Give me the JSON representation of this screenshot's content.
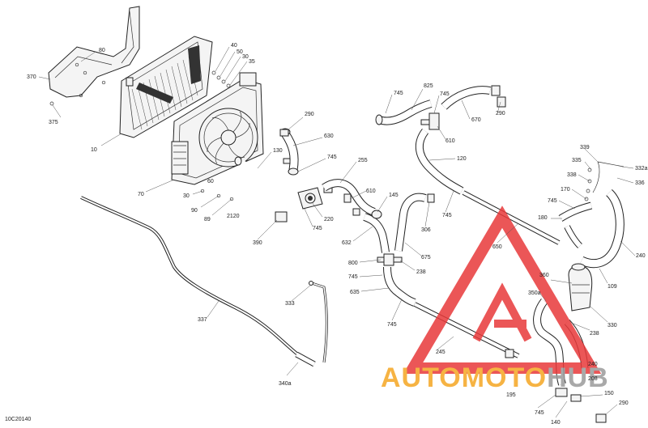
{
  "diagram_code": "10C20140",
  "watermark": {
    "text_orange": "AUTOMOTO",
    "text_gray": "HUB",
    "color_red": "#e8393a",
    "color_orange": "#f5a623",
    "color_gray": "#9b9b9b"
  },
  "callouts": [
    {
      "id": "c370",
      "label": "370"
    },
    {
      "id": "c80",
      "label": "80"
    },
    {
      "id": "c40",
      "label": "40"
    },
    {
      "id": "c50",
      "label": "50"
    },
    {
      "id": "c30a",
      "label": "30"
    },
    {
      "id": "c35",
      "label": "35"
    },
    {
      "id": "c375",
      "label": "375"
    },
    {
      "id": "c10",
      "label": "10"
    },
    {
      "id": "c70",
      "label": "70"
    },
    {
      "id": "c30b",
      "label": "30"
    },
    {
      "id": "c60",
      "label": "60"
    },
    {
      "id": "c90",
      "label": "90"
    },
    {
      "id": "c89",
      "label": "89"
    },
    {
      "id": "c2120",
      "label": "2120"
    },
    {
      "id": "c290a",
      "label": "290"
    },
    {
      "id": "c630",
      "label": "630"
    },
    {
      "id": "c130",
      "label": "130"
    },
    {
      "id": "c745a",
      "label": "745"
    },
    {
      "id": "c255",
      "label": "255"
    },
    {
      "id": "c390",
      "label": "390"
    },
    {
      "id": "c220",
      "label": "220"
    },
    {
      "id": "c745b",
      "label": "745"
    },
    {
      "id": "c610a",
      "label": "610"
    },
    {
      "id": "c145",
      "label": "145"
    },
    {
      "id": "c632",
      "label": "632"
    },
    {
      "id": "c745c",
      "label": "745"
    },
    {
      "id": "c825",
      "label": "825"
    },
    {
      "id": "c745d",
      "label": "745"
    },
    {
      "id": "c670",
      "label": "670"
    },
    {
      "id": "c290b",
      "label": "290"
    },
    {
      "id": "c610b",
      "label": "610"
    },
    {
      "id": "c120",
      "label": "120"
    },
    {
      "id": "c745e",
      "label": "745"
    },
    {
      "id": "c306",
      "label": "306"
    },
    {
      "id": "c675",
      "label": "675"
    },
    {
      "id": "c800",
      "label": "800"
    },
    {
      "id": "c238a",
      "label": "238"
    },
    {
      "id": "c745f",
      "label": "745"
    },
    {
      "id": "c635",
      "label": "635"
    },
    {
      "id": "c745g",
      "label": "745"
    },
    {
      "id": "c650",
      "label": "650"
    },
    {
      "id": "c339",
      "label": "339"
    },
    {
      "id": "c335",
      "label": "335"
    },
    {
      "id": "c332a",
      "label": "332a"
    },
    {
      "id": "c338",
      "label": "338"
    },
    {
      "id": "c336",
      "label": "336"
    },
    {
      "id": "c170",
      "label": "170"
    },
    {
      "id": "c745h",
      "label": "745"
    },
    {
      "id": "c180",
      "label": "180"
    },
    {
      "id": "c240",
      "label": "240"
    },
    {
      "id": "c109",
      "label": "109"
    },
    {
      "id": "c360",
      "label": "360"
    },
    {
      "id": "c350a",
      "label": "350a"
    },
    {
      "id": "c330",
      "label": "330"
    },
    {
      "id": "c238b",
      "label": "238"
    },
    {
      "id": "c333",
      "label": "333"
    },
    {
      "id": "c337",
      "label": "337"
    },
    {
      "id": "c245",
      "label": "245"
    },
    {
      "id": "c340a",
      "label": "340a"
    },
    {
      "id": "c195",
      "label": "195"
    },
    {
      "id": "c745i",
      "label": "745"
    },
    {
      "id": "c150",
      "label": "150"
    },
    {
      "id": "c290c",
      "label": "290"
    },
    {
      "id": "c140",
      "label": "140"
    },
    {
      "id": "c240b",
      "label": "240"
    },
    {
      "id": "c208",
      "label": "208"
    }
  ]
}
